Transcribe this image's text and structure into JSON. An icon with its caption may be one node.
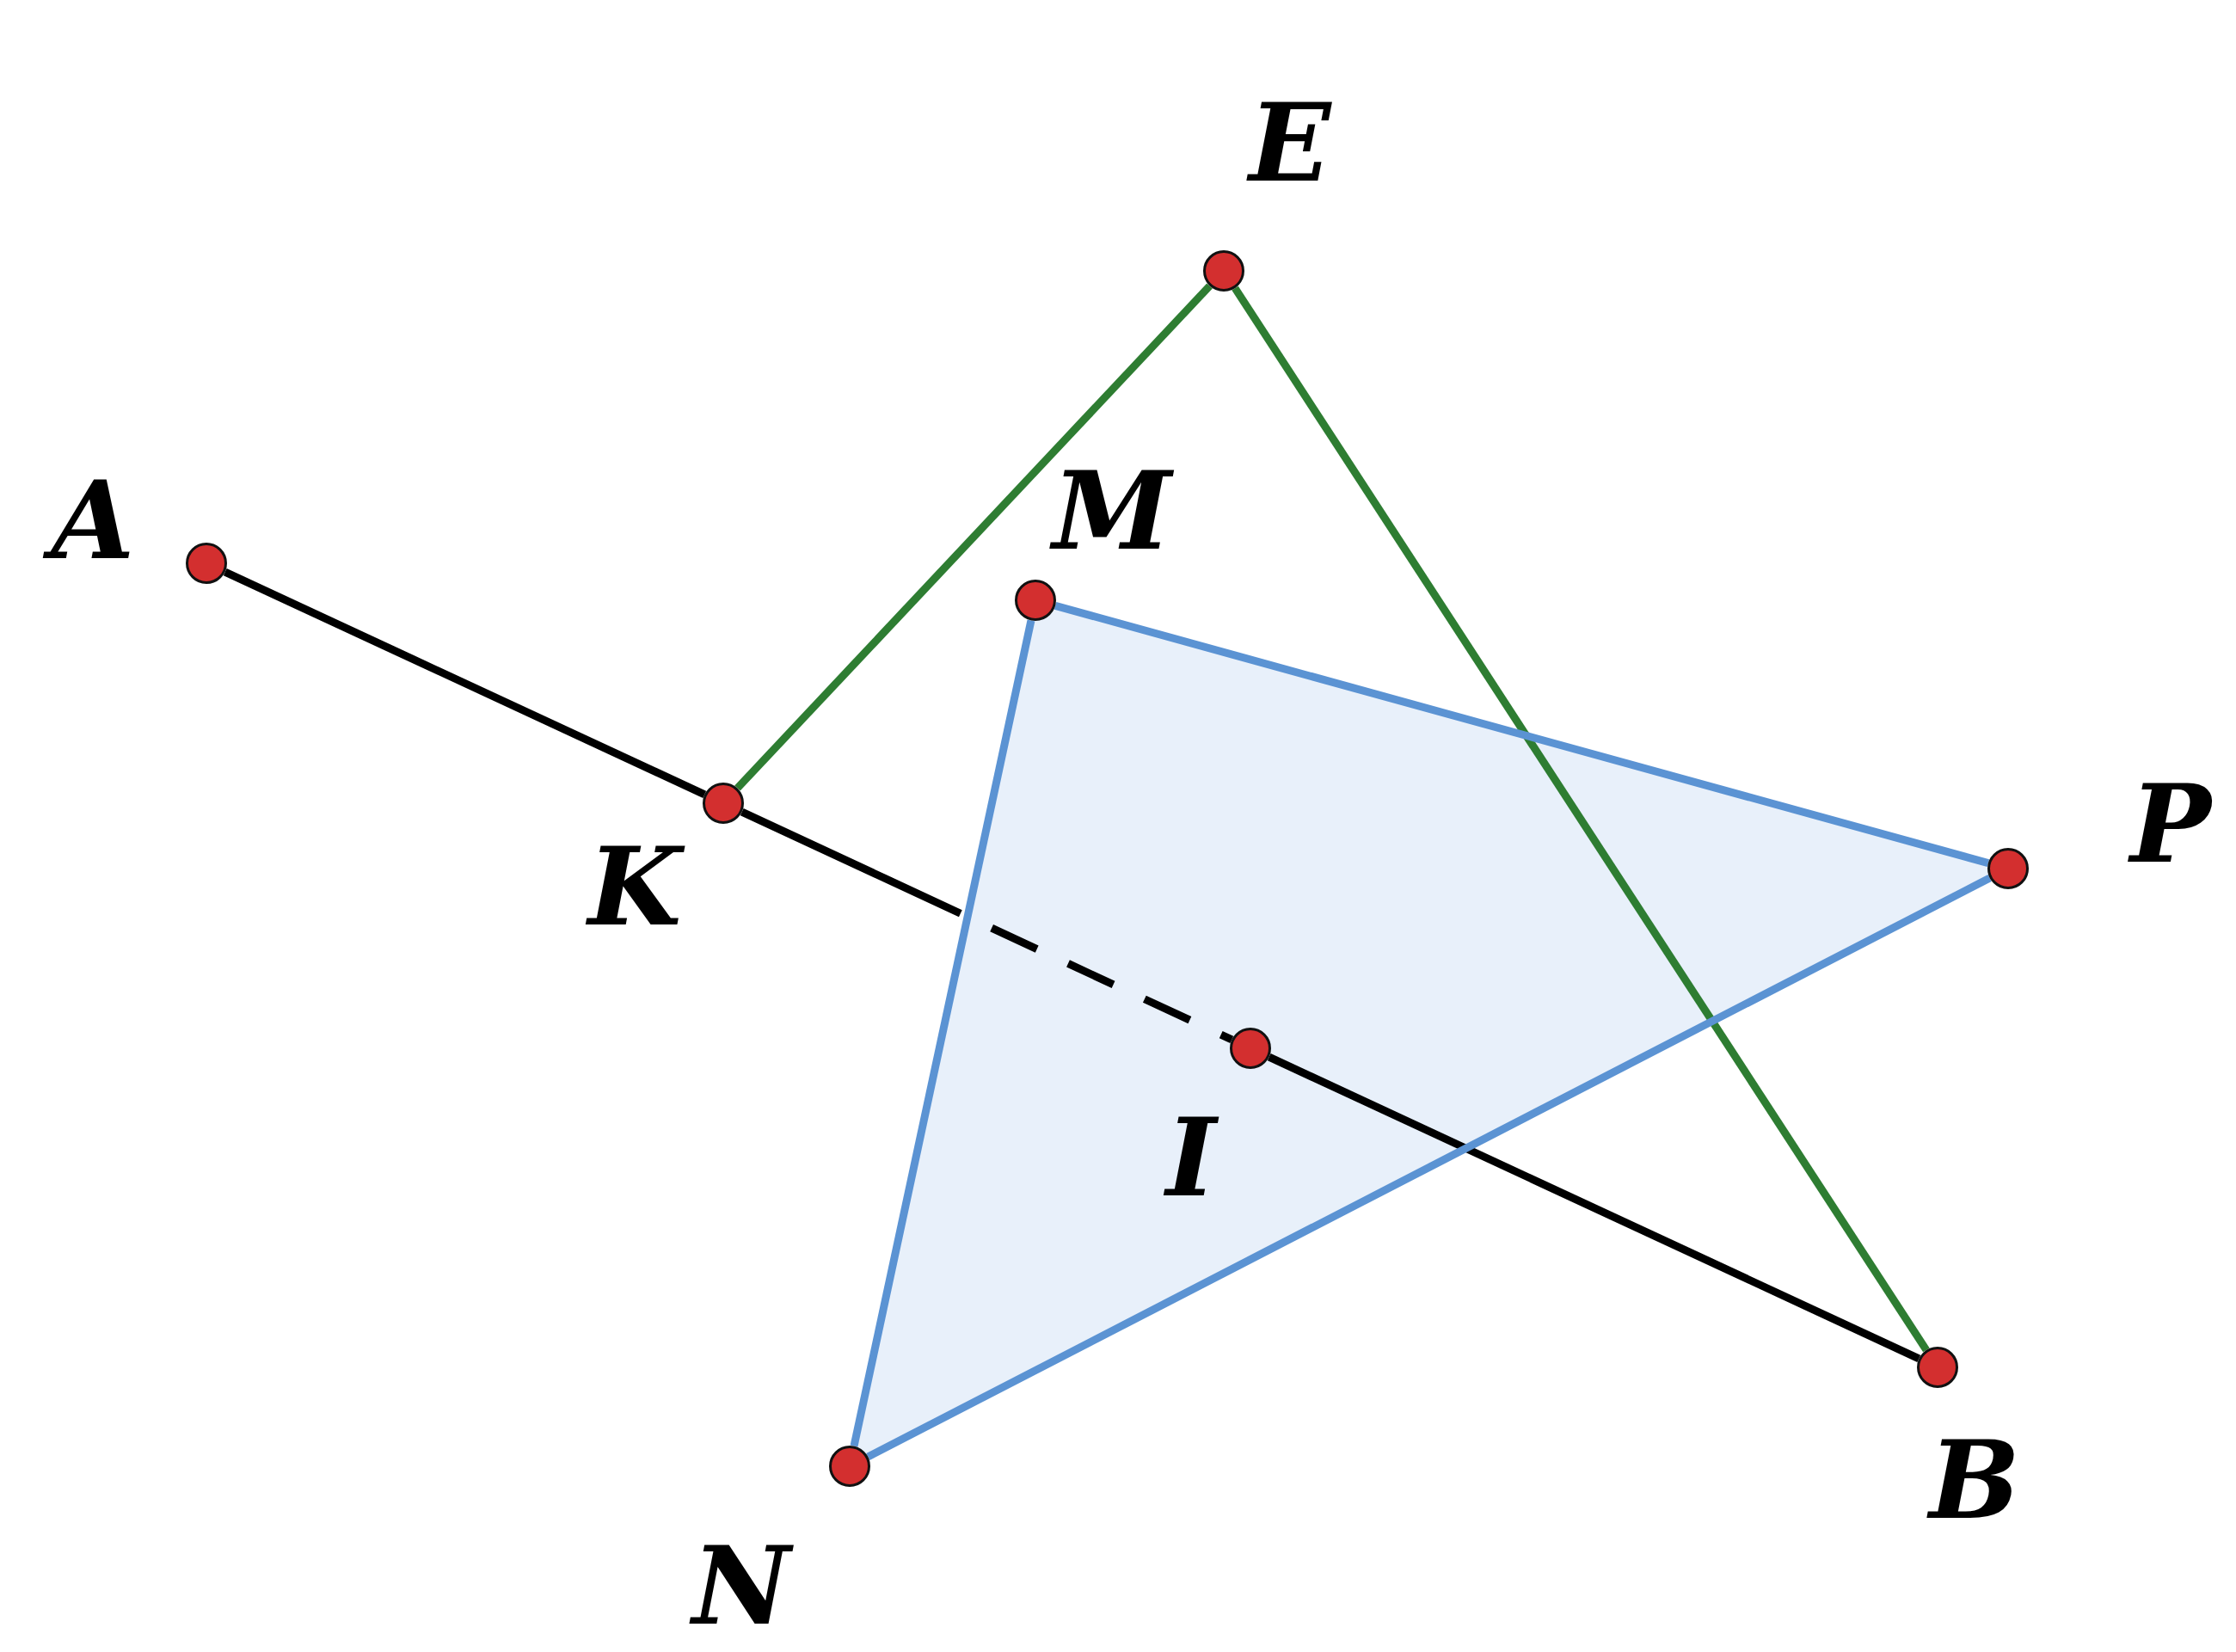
{
  "diagram": {
    "nodes": [
      {
        "text": [],
        "shape": "circle",
        "beside": [
          "A"
        ]
      },
      {
        "text": [],
        "shape": "circle",
        "beside": [
          "K"
        ]
      },
      {
        "text": [],
        "shape": "circle",
        "beside": [
          "E"
        ]
      },
      {
        "text": [],
        "shape": "circle",
        "beside": [
          "M"
        ]
      },
      {
        "text": [],
        "shape": "circle",
        "beside": [
          "P"
        ]
      },
      {
        "text": [],
        "shape": "circle",
        "beside": [
          "I"
        ]
      },
      {
        "text": [],
        "shape": "circle",
        "beside": [
          "B"
        ]
      },
      {
        "text": [],
        "shape": "circle",
        "beside": [
          "N"
        ]
      }
    ],
    "edges": [
      {
        "from": 0,
        "to": 1,
        "arrow": "none"
      },
      {
        "from": 1,
        "to": 5,
        "arrow": "none",
        "style": "dashed"
      },
      {
        "from": 5,
        "to": 6,
        "arrow": "none"
      },
      {
        "from": 1,
        "to": 2,
        "arrow": "none",
        "color": "#2e7d32"
      },
      {
        "from": 2,
        "to": 6,
        "arrow": "none",
        "color": "#2e7d32"
      },
      {
        "from": 3,
        "to": 4,
        "arrow": "none",
        "color": "#5b93d3"
      },
      {
        "from": 4,
        "to": 7,
        "arrow": "none",
        "color": "#5b93d3"
      },
      {
        "from": 7,
        "to": 3,
        "arrow": "none",
        "color": "#5b93d3"
      }
    ]
  }
}
